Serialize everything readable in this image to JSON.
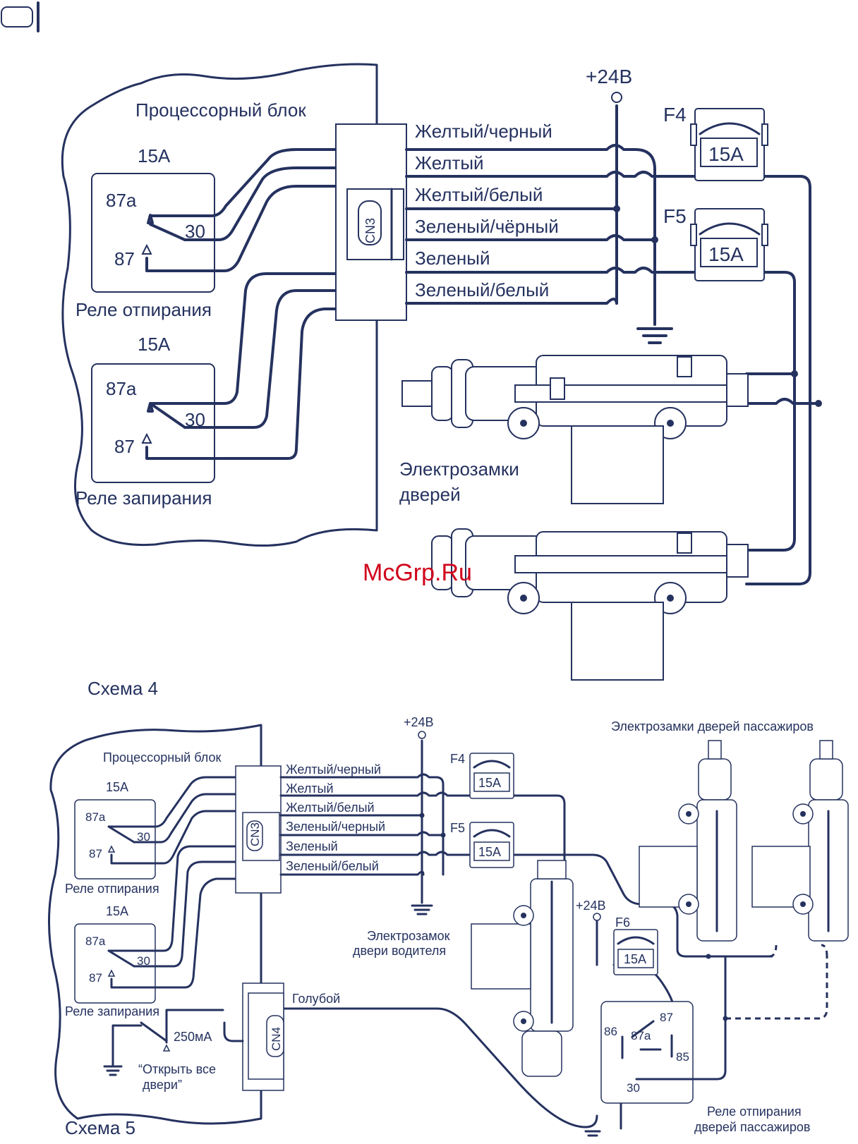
{
  "diagram4": {
    "processor_block": "Процессорный блок",
    "relay_rating_1": "15А",
    "relay_rating_2": "15А",
    "pin_87a": "87а",
    "pin_30": "30",
    "pin_87": "87",
    "unlock_relay": "Реле отпирания",
    "lock_relay": "Реле запирания",
    "connector": "CN3",
    "supply": "+24В",
    "fuse_f4": "F4",
    "fuse_f5": "F5",
    "fuse_rating": "15А",
    "wires": [
      "Желтый/черный",
      "Желтый",
      "Желтый/белый",
      "Зеленый/чёрный",
      "Зеленый",
      "Зеленый/белый"
    ],
    "door_locks_line1": "Электрозамки",
    "door_locks_line2": "дверей",
    "caption": "Схема 4"
  },
  "diagram5": {
    "processor_block": "Процессорный блок",
    "relay_rating_1": "15А",
    "relay_rating_2": "15А",
    "pin_87a": "87а",
    "pin_30": "30",
    "pin_87": "87",
    "unlock_relay": "Реле отпирания",
    "lock_relay": "Реле запирания",
    "connector_cn3": "CN3",
    "connector_cn4": "CN4",
    "supply_1": "+24В",
    "supply_2": "+24В",
    "fuse_f4": "F4",
    "fuse_f5": "F5",
    "fuse_f6": "F6",
    "fuse_rating": "15А",
    "wires": [
      "Желтый/черный",
      "Желтый",
      "Желтый/белый",
      "Зеленый/черный",
      "Зеленый",
      "Зеленый/белый"
    ],
    "blue_wire": "Голубой",
    "current": "250мА",
    "open_all_line1": "“Открыть все",
    "open_all_line2": "двери”",
    "driver_lock_line1": "Электрозамок",
    "driver_lock_line2": "двери водителя",
    "passenger_locks": "Электрозамки дверей пассажиров",
    "ext_relay_pins": {
      "p87": "87",
      "p86": "86",
      "p87a": "87а",
      "p85": "85",
      "p30": "30"
    },
    "passenger_relay_line1": "Реле отпирания",
    "passenger_relay_line2": "дверей пассажиров",
    "caption": "Схема 5"
  },
  "watermark": "McGrp.Ru"
}
